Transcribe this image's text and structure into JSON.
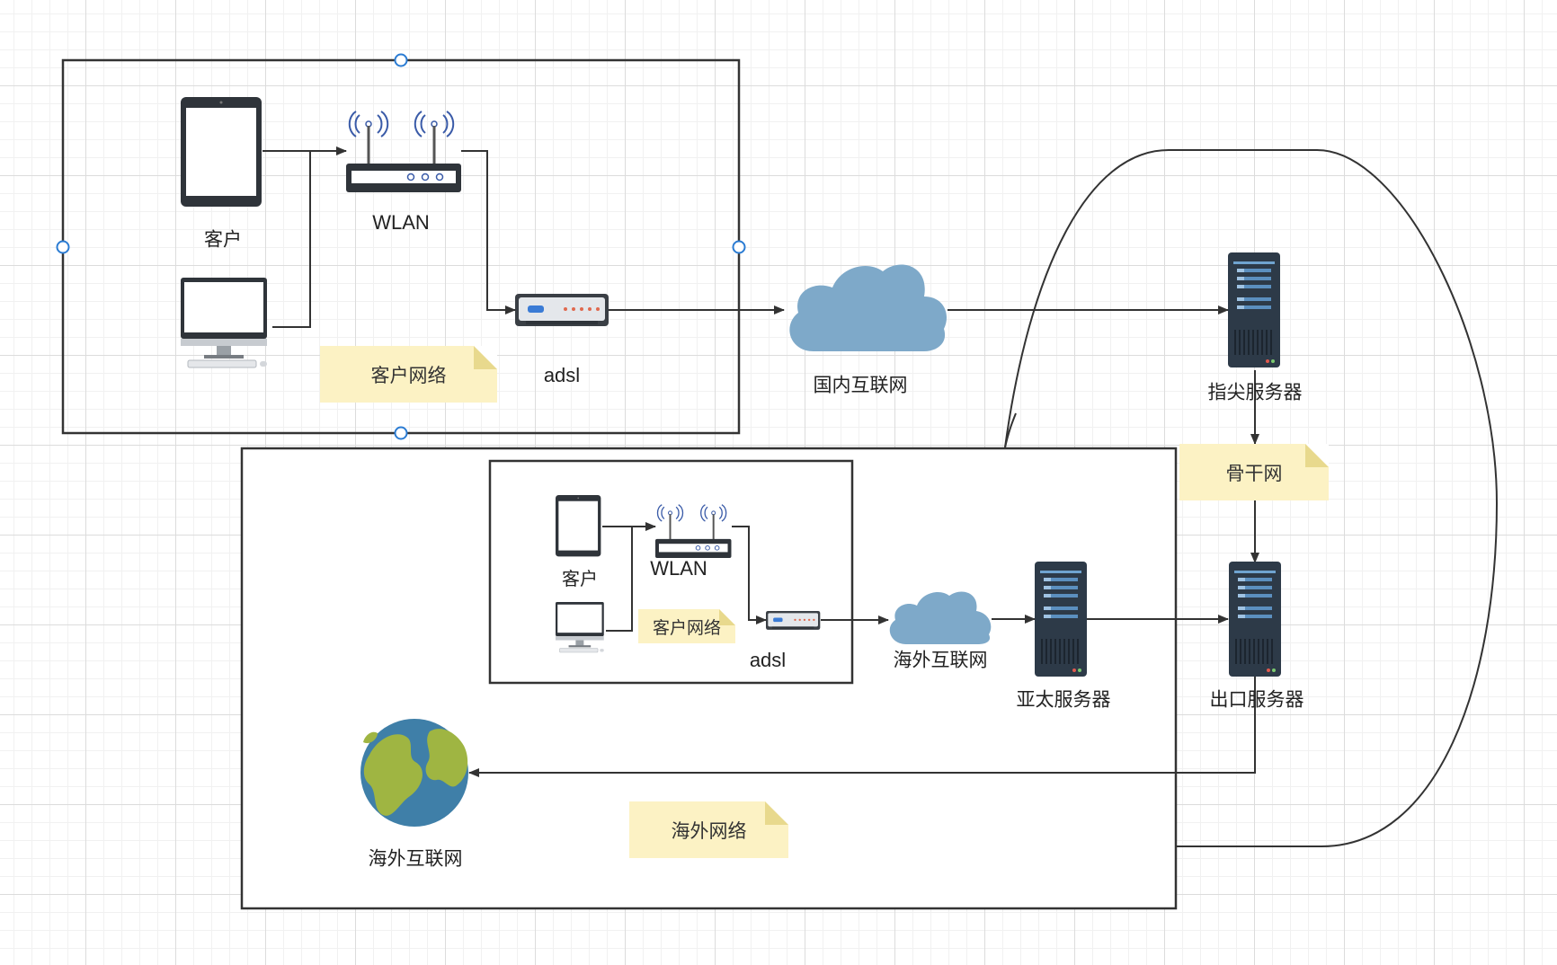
{
  "top_group": {
    "client_label": "客户",
    "wlan_label": "WLAN",
    "adsl_label": "adsl",
    "note": "客户网络"
  },
  "domestic_internet": "国内互联网",
  "fingertip_server": "指尖服务器",
  "backbone_note": "骨干网",
  "bottom_group": {
    "inner": {
      "client_label": "客户",
      "wlan_label": "WLAN",
      "adsl_label": "adsl",
      "note": "客户网络"
    },
    "overseas_cloud": "海外互联网",
    "apac_server": "亚太服务器",
    "exit_server": "出口服务器",
    "globe_label": "海外互联网",
    "note": "海外网络"
  },
  "colors": {
    "line": "#333333",
    "cloud": "#7ea9c9",
    "server": "#2d3a48",
    "note": "#fcf2c4",
    "selection_handle": "#2b7cd3"
  }
}
